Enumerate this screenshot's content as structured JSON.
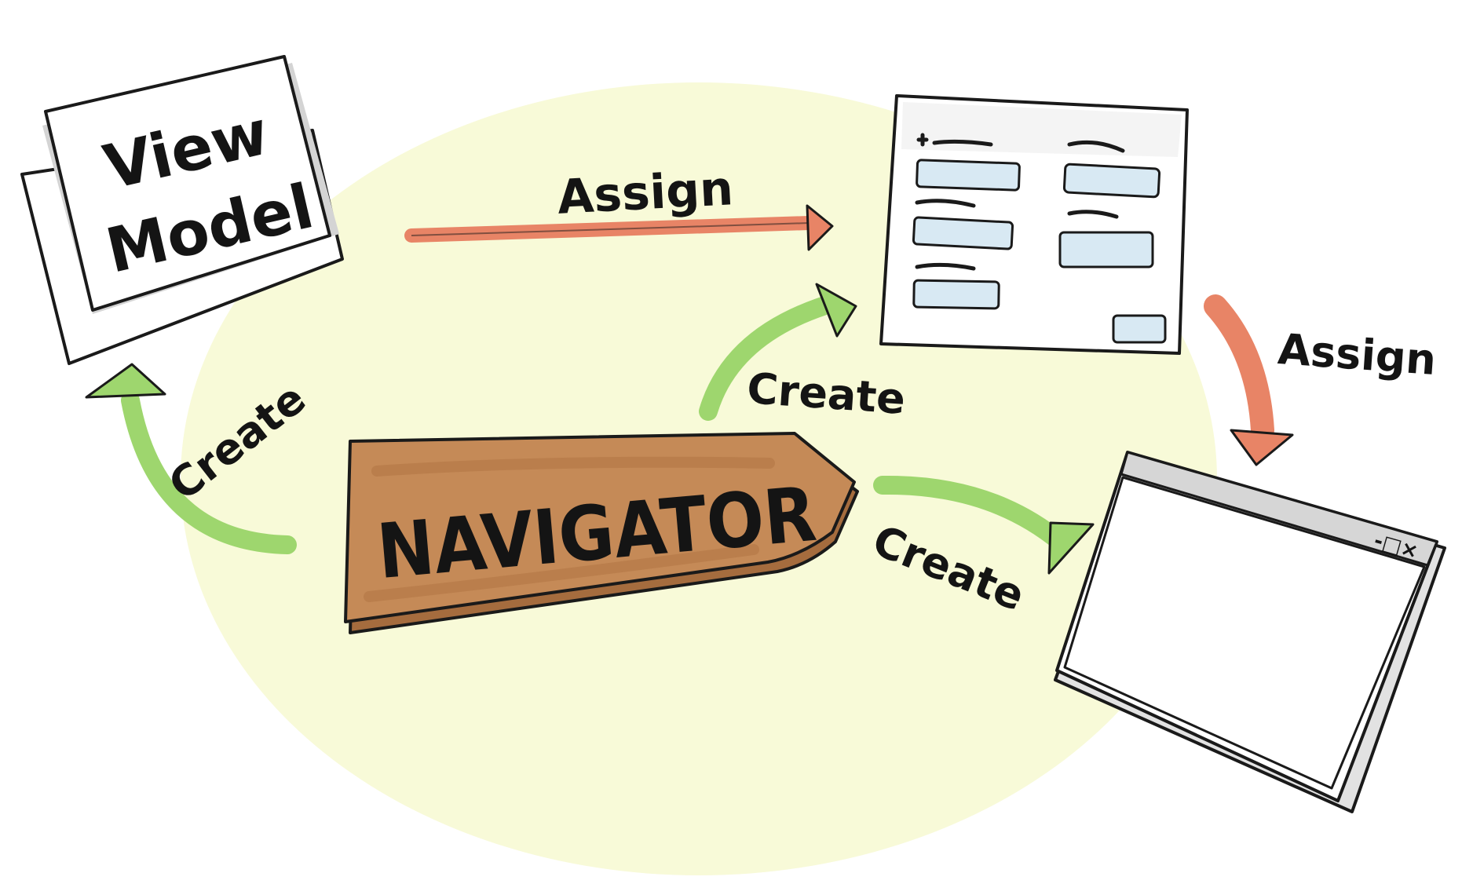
{
  "diagram": {
    "view_model": {
      "line1": "View",
      "line2": "Model"
    },
    "navigator": {
      "label": "NAVIGATOR"
    },
    "edges": {
      "assign_viewmodel_to_view": "Assign",
      "assign_view_to_window": "Assign",
      "create_viewmodel": "Create",
      "create_view": "Create",
      "create_window": "Create"
    },
    "window": {
      "controls": "-□×"
    }
  },
  "colors": {
    "background_blob": "#f8fad8",
    "create_arrow": "#9ed66e",
    "assign_arrow": "#e88466",
    "navigator_fill": "#c58a57",
    "form_field_fill": "#d8e9f3",
    "paper_gray": "#d9d9d9"
  }
}
